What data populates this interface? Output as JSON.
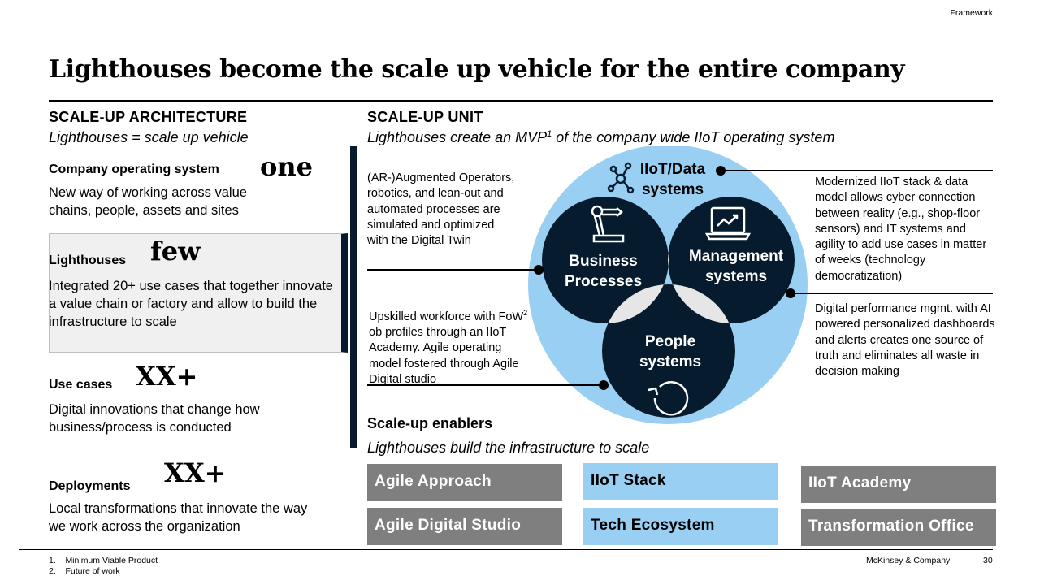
{
  "header": {
    "tag": "Framework",
    "title": "Lighthouses become the scale up vehicle for the entire company"
  },
  "left": {
    "heading": "SCALE-UP ARCHITECTURE",
    "subheading": "Lighthouses = scale up vehicle",
    "items": [
      {
        "label": "Company operating system",
        "qty": "one",
        "desc": "New way of working across value chains,  people, assets and sites"
      },
      {
        "label": "Lighthouses",
        "qty": "few",
        "desc": "Integrated 20+ use cases that together innovate a value chain or factory and allow to build the infrastructure to scale"
      },
      {
        "label": "Use cases",
        "qty": "XX+",
        "desc": "Digital innovations that change how business/process is conducted"
      },
      {
        "label": "Deployments",
        "qty": "XX+",
        "desc": "Local transformations that innovate the way we work across the organization"
      }
    ]
  },
  "unit": {
    "heading": "SCALE-UP UNIT",
    "subheading_pre": "Lighthouses create an MVP",
    "sup": "1",
    "subheading_post": " of the company wide IIoT operating system",
    "circles": {
      "outer": "IIoT/Data systems",
      "business": "Business Processes",
      "management": "Management systems",
      "people": "People systems"
    },
    "notes": {
      "ar": "(AR-)Augmented Operators, robotics, and lean-out and automated processes are simulated and optimized with the Digital Twin",
      "upskill_pre": "Upskilled workforce with FoW",
      "upskill_sup": "2",
      "upskill_post": " ob profiles through an IIoT Academy. Agile operating model fostered through Agile Digital studio",
      "iiot": "Modernized IIoT stack & data model allows cyber connection between reality (e.g., shop-floor sensors) and IT systems and agility to add use cases in matter of weeks (technology democratization)",
      "perf": "Digital performance mgmt. with AI powered personalized dashboards and alerts creates one source of truth and eliminates all waste in decision making"
    }
  },
  "enablers": {
    "heading": "Scale-up enablers",
    "subheading": "Lighthouses build the infrastructure to scale",
    "buttons": [
      "Agile Approach",
      "IIoT Stack",
      "IIoT Academy",
      "Agile Digital Studio",
      "Tech Ecosystem",
      "Transformation Office"
    ]
  },
  "footer": {
    "notes": [
      "Minimum Viable Product",
      "Future of work"
    ],
    "nums": [
      "1.",
      "2."
    ],
    "brand": "McKinsey & Company",
    "page": "30"
  },
  "colors": {
    "navy": "#061c2e",
    "light_blue": "#99cff2",
    "gray": "#7f7f7f"
  }
}
